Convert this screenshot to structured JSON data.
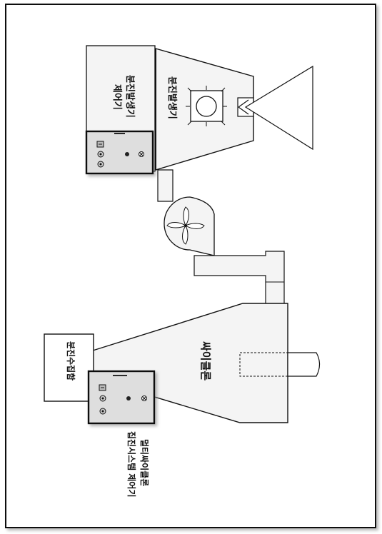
{
  "labels": {
    "cyclone": "싸이클론",
    "dust_box": "분진수집함",
    "multi_controller_line1": "멀티싸이클론",
    "multi_controller_line2": "집진시스템 제어기",
    "generator_controller_line1": "분진발생기",
    "generator_controller_line2": "제어기",
    "generator": "분진발생기"
  },
  "colors": {
    "line": "#111111",
    "fill_light": "#f5f5f5",
    "fill_mid": "#e6e6e6",
    "panel": "#dcdcdc",
    "frame_shadow": "#888888"
  }
}
